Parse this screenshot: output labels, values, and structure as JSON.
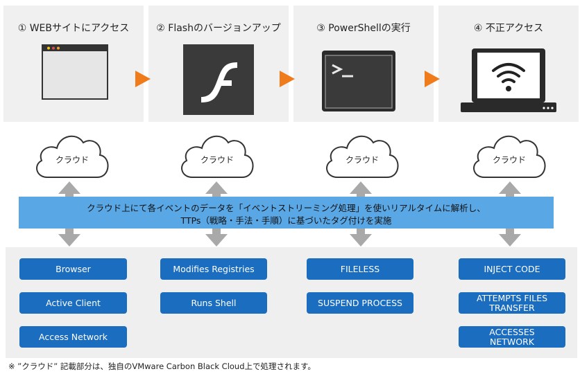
{
  "steps": [
    {
      "title": "① WEBサイトにアクセス",
      "icon": "browser-window-icon"
    },
    {
      "title": "② Flashのバージョンアップ",
      "icon": "flash-player-icon"
    },
    {
      "title": "③ PowerShellの実行",
      "icon": "terminal-window-icon"
    },
    {
      "title": "④ 不正アクセス",
      "icon": "laptop-wifi-icon"
    }
  ],
  "clouds": [
    "クラウド",
    "クラウド",
    "クラウド",
    "クラウド"
  ],
  "band": {
    "line1": "クラウド上にて各イベントのデータを「イベントストリーミング処理」を使いリアルタイムに解析し、",
    "line2": "TTPs（戦略・手法・手順）に基づいたタグ付けを実施"
  },
  "tags": {
    "col1": [
      "Browser",
      "Active Client",
      "Access Network"
    ],
    "col2": [
      "Modifies Registries",
      "Runs Shell"
    ],
    "col3": [
      "FILELESS",
      "SUSPEND PROCESS"
    ],
    "col4": [
      "INJECT CODE",
      "ATTEMPTS FILES\nTRANSFER",
      "ACCESSES\nNETWORK"
    ]
  },
  "footnote": "※ ”クラウド” 記載部分は、独自のVMware Carbon Black Cloud上で処理されます。",
  "colors": {
    "accent_arrow": "#f07b1b",
    "band": "#5aa7e6",
    "tag": "#1b6dbf",
    "panel": "#f0f0f0"
  }
}
